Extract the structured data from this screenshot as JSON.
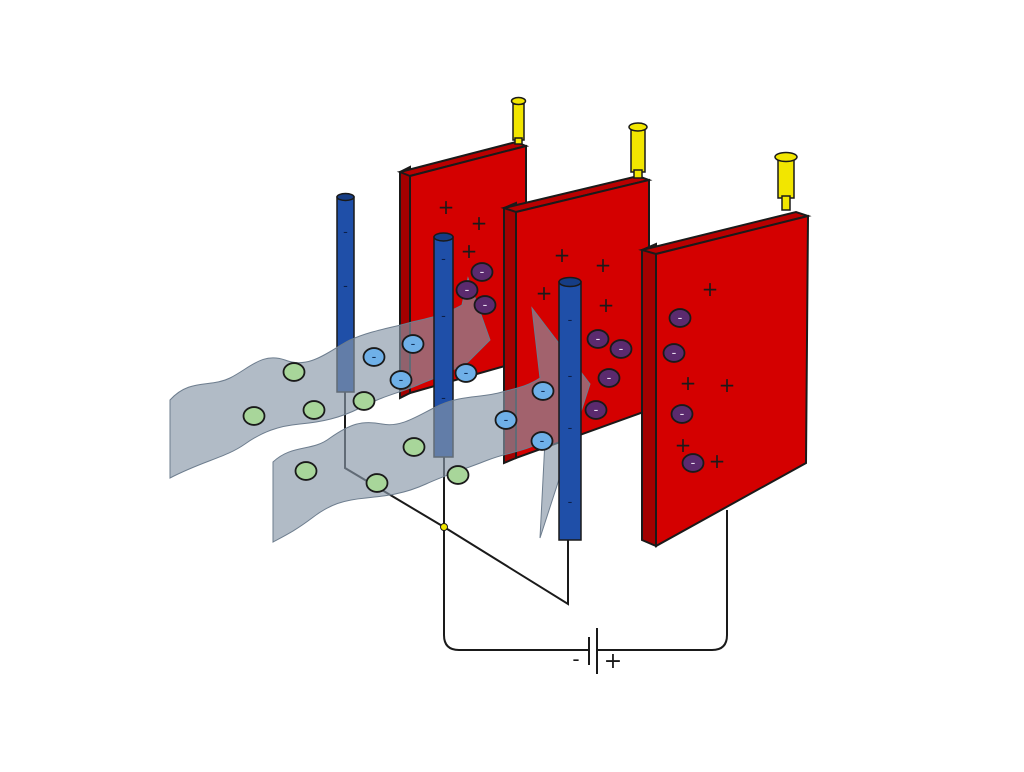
{
  "diagram": {
    "colors": {
      "plate": "#d40000",
      "plate_dark": "#a30000",
      "plate_edge": "#1a1a1a",
      "rod": "#1f4fa8",
      "rod_top": "#163d85",
      "insulator": "#f2e600",
      "gas": "#8797a8",
      "neutral_particle": "#a8d69a",
      "charged_particle": "#6fb0e8",
      "collected_particle": "#5b2a6e",
      "wire": "#1a1a1a"
    },
    "plates": [
      {
        "name": "collector-plate-1",
        "charge_symbols": [
          "+",
          "+",
          "+"
        ],
        "collected_count": 3
      },
      {
        "name": "collector-plate-2",
        "charge_symbols": [
          "+",
          "+",
          "+",
          "+"
        ],
        "collected_count": 4
      },
      {
        "name": "collector-plate-3",
        "charge_symbols": [
          "+",
          "+",
          "+",
          "+",
          "+"
        ],
        "collected_count": 4
      }
    ],
    "rods": [
      {
        "name": "discharge-electrode-1",
        "charge_symbol": "-"
      },
      {
        "name": "discharge-electrode-2",
        "charge_symbol": "-"
      },
      {
        "name": "discharge-electrode-3",
        "charge_symbol": "-"
      }
    ],
    "particle_symbols": {
      "charged": "-",
      "collected": "-"
    },
    "battery": {
      "negative_label": "-",
      "positive_label": "+"
    }
  }
}
